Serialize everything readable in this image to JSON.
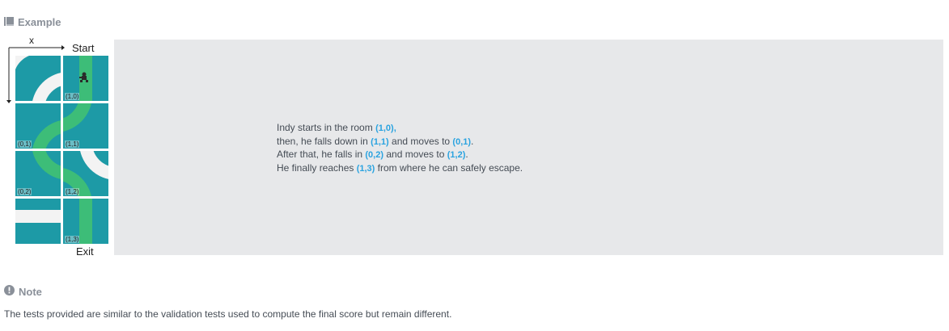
{
  "example": {
    "title": "Example",
    "axis_x": "x",
    "start_label": "Start",
    "exit_label": "Exit",
    "tiles": [
      "(1,0)",
      "(0,1)",
      "(1,1)",
      "(0,2)",
      "(1,2)",
      "(1,3)"
    ],
    "lines": [
      {
        "t1": "Indy starts in the room ",
        "c1": "(1,0)",
        "t2": ","
      },
      {
        "t1": "then, he falls down in ",
        "c1": "(1,1)",
        "t2": " and moves to ",
        "c2": "(0,1)",
        "t3": "."
      },
      {
        "t1": "After that, he falls in ",
        "c1": "(0,2)",
        "t2": " and moves to ",
        "c2": "(1,2)",
        "t3": "."
      },
      {
        "t1": "He finally reaches ",
        "c1": "(1,3)",
        "t2": " from where he can safely escape."
      }
    ]
  },
  "note": {
    "title": "Note",
    "text": "The tests provided are similar to the validation tests used to compute the final score but remain different."
  },
  "colors": {
    "teal": "#1d9aa6",
    "path_green": "#3dbd78",
    "coord_blue": "#2aa3e0"
  }
}
